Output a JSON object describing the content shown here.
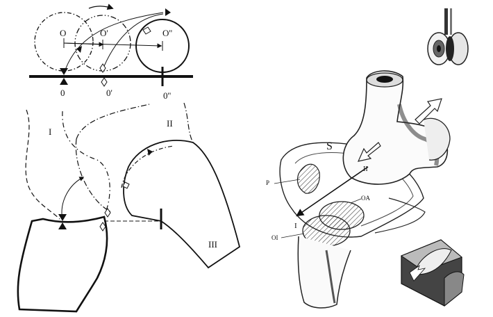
{
  "left_diagram": {
    "circle_labels": {
      "c1": "O",
      "c2": "O'",
      "c3": "O''"
    },
    "contact_labels": {
      "p1": "0",
      "p2": "0'",
      "p3": "0''"
    },
    "region_labels": {
      "r1": "I",
      "r2": "II",
      "r3": "III"
    }
  },
  "right_diagram": {
    "labels": {
      "s": "S",
      "ii": "II",
      "p": "P",
      "oa": "OA",
      "oi": "OI",
      "i": "I"
    }
  },
  "colors": {
    "ink": "#111111",
    "paper": "#ffffff",
    "shade": "#555555"
  }
}
